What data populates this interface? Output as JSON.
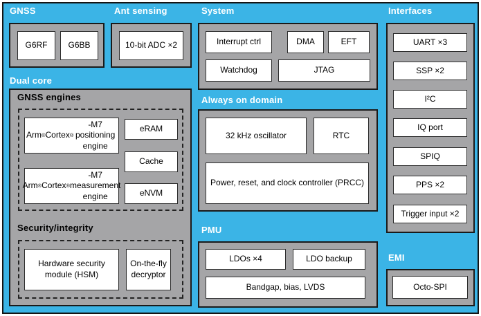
{
  "diagram": {
    "title_hint": "SoC block diagram",
    "colors": {
      "background": "#3BB4E6",
      "panel": "#A5A5A7",
      "box": "#FFFFFF",
      "border": "#1A1A1A",
      "label_light": "#FFFFFF",
      "label_dark": "#000000"
    },
    "sections": {
      "gnss": {
        "label": "GNSS",
        "boxes": [
          "G6RF",
          "G6BB"
        ]
      },
      "ant_sensing": {
        "label": "Ant sensing",
        "boxes": [
          "10-bit ADC ×2"
        ]
      },
      "system": {
        "label": "System",
        "boxes": [
          "Interrupt ctrl",
          "DMA",
          "EFT",
          "Watchdog",
          "JTAG"
        ]
      },
      "interfaces": {
        "label": "Interfaces",
        "boxes": [
          "UART ×3",
          "SSP ×2",
          "I²C",
          "IQ port",
          "SPIQ",
          "PPS ×2",
          "Trigger input ×2"
        ]
      },
      "dual_core": {
        "label": "Dual core",
        "subsections": {
          "gnss_engines": {
            "label": "GNSS engines",
            "boxes": [
              "Arm® Cortex®-M7 positioning engine",
              "eRAM",
              "Cache",
              "Arm® Cortex®-M7 measurement engine",
              "eNVM"
            ]
          },
          "security": {
            "label": "Security/integrity",
            "boxes": [
              "Hardware security module (HSM)",
              "On-the-fly decryptor"
            ]
          }
        }
      },
      "always_on": {
        "label": "Always on domain",
        "boxes": [
          "32 kHz oscillator",
          "RTC",
          "Power, reset, and clock controller (PRCC)"
        ]
      },
      "pmu": {
        "label": "PMU",
        "boxes": [
          "LDOs ×4",
          "LDO backup",
          "Bandgap, bias, LVDS"
        ]
      },
      "emi": {
        "label": "EMI",
        "boxes": [
          "Octo-SPI"
        ]
      }
    }
  }
}
